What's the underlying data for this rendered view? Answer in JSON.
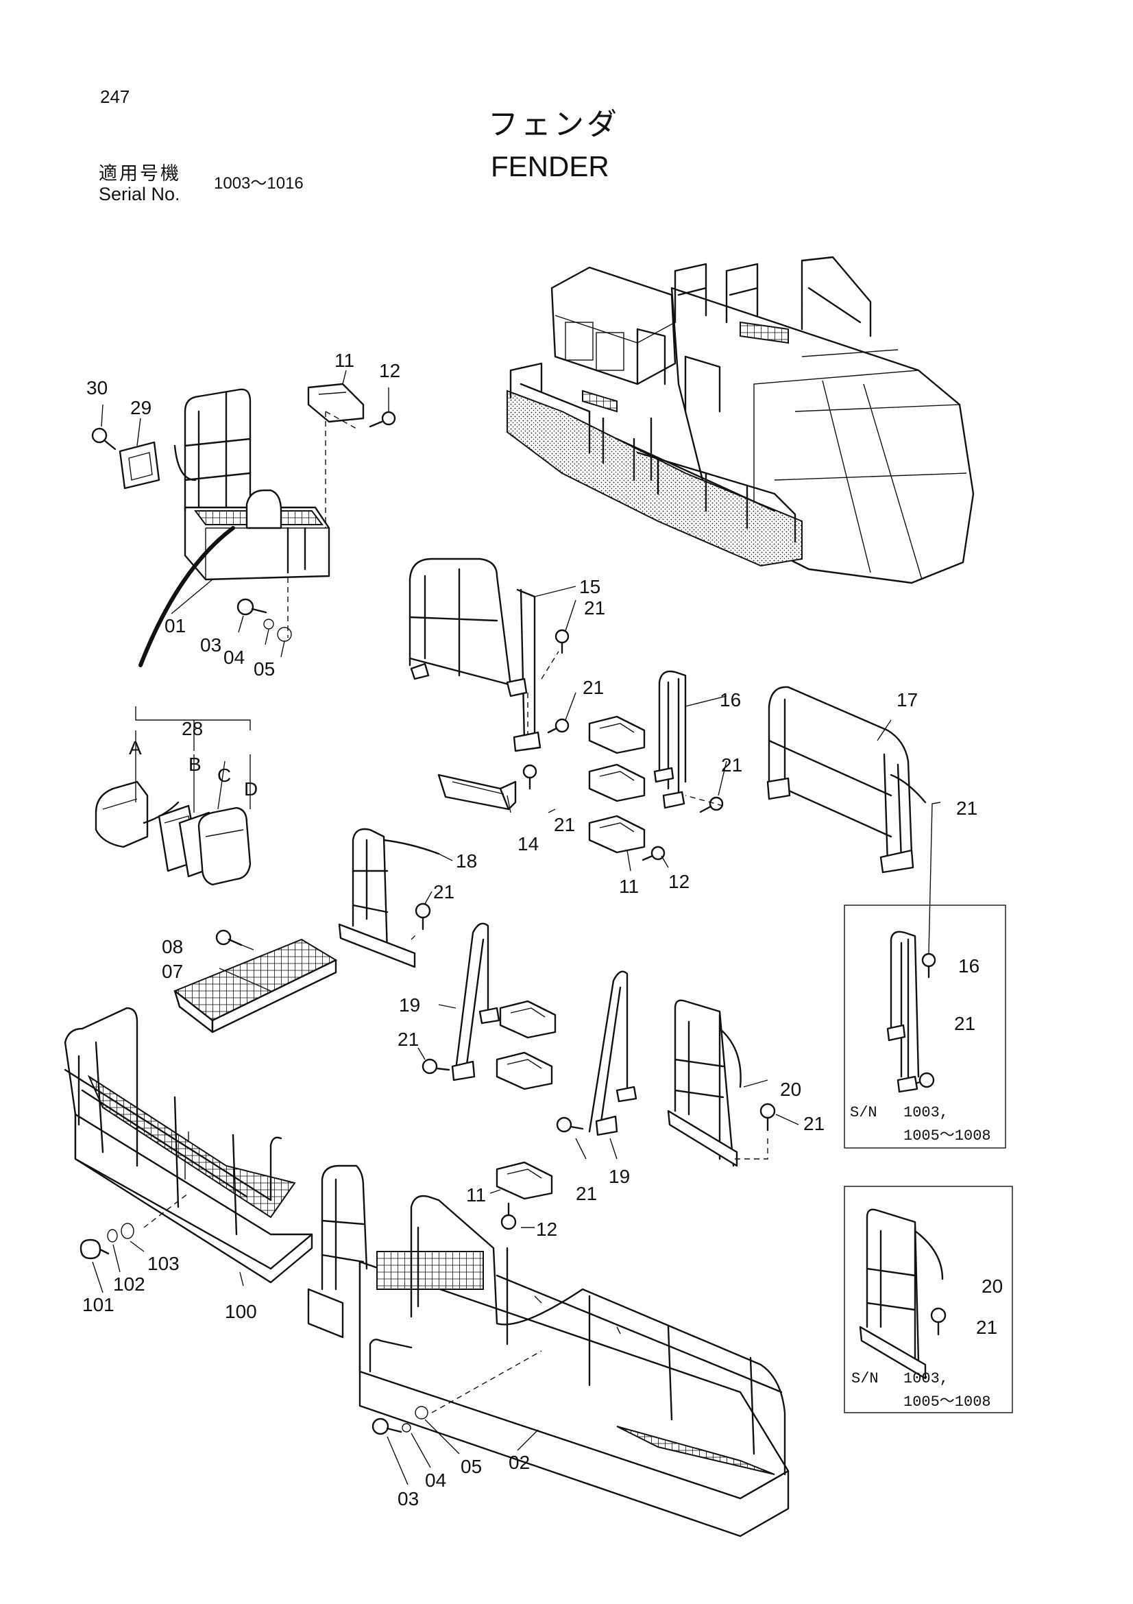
{
  "header": {
    "page_number": "247",
    "title_jp": "フェンダ",
    "title_en": "FENDER",
    "serial_label_jp": "適用号機",
    "serial_label_en": "Serial No.",
    "serial_range": "1003～1016"
  },
  "callouts": {
    "c30": "30",
    "c29": "29",
    "c11a": "11",
    "c12a": "12",
    "c01": "01",
    "c03a": "03",
    "c04a": "04",
    "c05a": "05",
    "c28": "28",
    "cA": "A",
    "cB": "B",
    "cC": "C",
    "cD": "D",
    "c15": "15",
    "c21a": "21",
    "c21b": "21",
    "c21c": "21",
    "c16a": "16",
    "c21d": "21",
    "c17": "17",
    "c21e": "21",
    "c14": "14",
    "c11b": "11",
    "c12b": "12",
    "c18": "18",
    "c21f": "21",
    "c08": "08",
    "c07": "07",
    "c19a": "19",
    "c21g": "21",
    "c19b": "19",
    "c21h": "21",
    "c20a": "20",
    "c21i": "21",
    "c11c": "11",
    "c12c": "12",
    "c103": "103",
    "c102": "102",
    "c101": "101",
    "c100": "100",
    "c05b": "05",
    "c04b": "04",
    "c03b": "03",
    "c02": "02",
    "c16b": "16",
    "c21j": "21",
    "c20b": "20",
    "c21k": "21"
  },
  "inset_boxes": [
    {
      "sn_label": "S/N",
      "sn_line1": "1003,",
      "sn_line2": "1005～1008"
    },
    {
      "sn_label": "S/N",
      "sn_line1": "1003,",
      "sn_line2": "1005～1008"
    }
  ]
}
